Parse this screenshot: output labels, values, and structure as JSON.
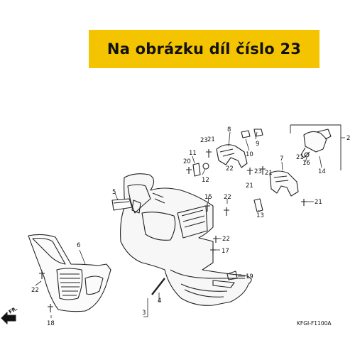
{
  "banner": {
    "text": "Na obrázku díl číslo 23",
    "color": "#f5c400"
  },
  "diagram": {
    "callouts": [
      "2",
      "3",
      "4",
      "5",
      "6",
      "7",
      "8",
      "9",
      "10",
      "11",
      "12",
      "13",
      "14",
      "15",
      "16",
      "17",
      "18",
      "19",
      "20",
      "21",
      "21",
      "21",
      "21",
      "21",
      "22",
      "22",
      "22",
      "22",
      "23",
      "23"
    ],
    "direction_label": "FR.",
    "figure_code": "KFGI-F1100A"
  }
}
